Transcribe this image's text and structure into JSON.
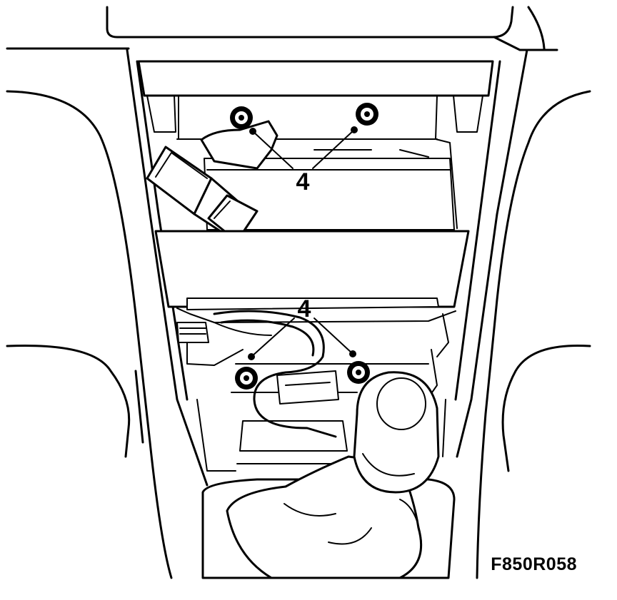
{
  "diagram": {
    "callouts": [
      {
        "id": "upper",
        "label": "4"
      },
      {
        "id": "lower",
        "label": "4"
      }
    ],
    "figure_code": "F850R058",
    "colors": {
      "line": "#000000",
      "background": "#ffffff"
    }
  }
}
